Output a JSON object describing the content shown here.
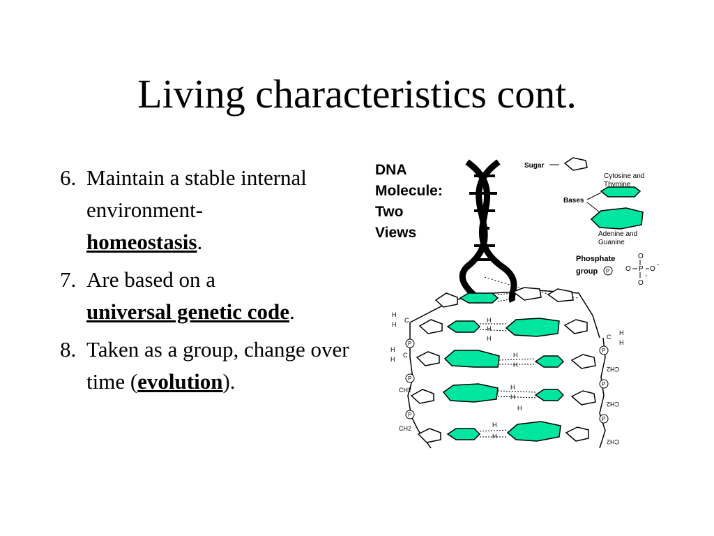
{
  "slide": {
    "title": "Living characteristics cont.",
    "items": [
      {
        "number": "6.",
        "text_before": "Maintain a stable internal environment-",
        "keyword": "homeostasis",
        "text_after": "."
      },
      {
        "number": "7.",
        "text_before": "Are based on a ",
        "keyword": "universal genetic code",
        "text_after": "."
      },
      {
        "number": "8.",
        "text_before": "Taken as a group, change over time (",
        "keyword": "evolution",
        "text_after": ")."
      }
    ]
  },
  "figure": {
    "heading_line1": "DNA",
    "heading_line2": "Molecule:",
    "heading_line3": "Two",
    "heading_line4": "Views",
    "label_sugar": "Sugar",
    "label_cytosine_thymine_1": "Cytosine and",
    "label_cytosine_thymine_2": "Thymine",
    "label_bases": "Bases",
    "label_adenine_guanine_1": "Adenine and",
    "label_adenine_guanine_2": "Guanine",
    "label_phosphate_1": "Phosphate",
    "label_phosphate_2": "group",
    "atom_h": "H",
    "atom_c": "C",
    "atom_p": "P",
    "atom_o": "O",
    "group_ch2": "CH2",
    "charge": "-",
    "colors": {
      "base_fill": "#00e6a0",
      "outline": "#000000",
      "background": "#ffffff"
    },
    "icons": [
      "dna-double-helix",
      "sugar-pentagon",
      "base-hexagon",
      "phosphate-circle"
    ]
  }
}
